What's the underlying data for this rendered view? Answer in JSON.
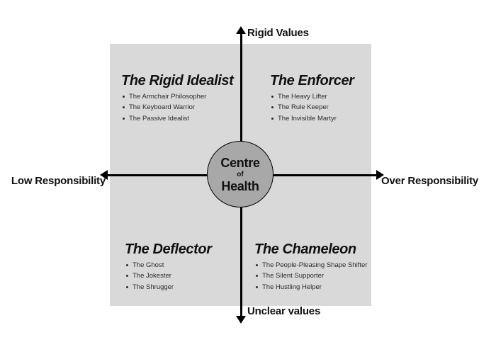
{
  "diagram": {
    "title": "Centre of Health quadrant model",
    "panel_color": "#d9d9d9",
    "circle_color": "#a8a8a8",
    "axis_color": "#000000"
  },
  "axes": {
    "top_label": "Rigid Values",
    "bottom_label": "Unclear values",
    "left_label": "Low Responsibility",
    "right_label": "Over Responsibility"
  },
  "centre": {
    "line1": "Centre",
    "line2": "of",
    "line3": "Health"
  },
  "quadrants": [
    {
      "position": "top-left",
      "heading": "The Rigid Idealist",
      "items": [
        "The Armchair Philosopher",
        "The Keyboard Warrior",
        "The Passive Idealist"
      ]
    },
    {
      "position": "top-right",
      "heading": "The Enforcer",
      "items": [
        "The Heavy Lifter",
        "The Rule Keeper",
        "The Invisible Martyr"
      ]
    },
    {
      "position": "bottom-left",
      "heading": "The Deflector",
      "items": [
        "The Ghost",
        "The Jokester",
        "The Shrugger"
      ]
    },
    {
      "position": "bottom-right",
      "heading": "The Chameleon",
      "items": [
        "The People-Pleasing Shape Shifter",
        "The Silent Supporter",
        "The Hustling Helper"
      ]
    }
  ]
}
